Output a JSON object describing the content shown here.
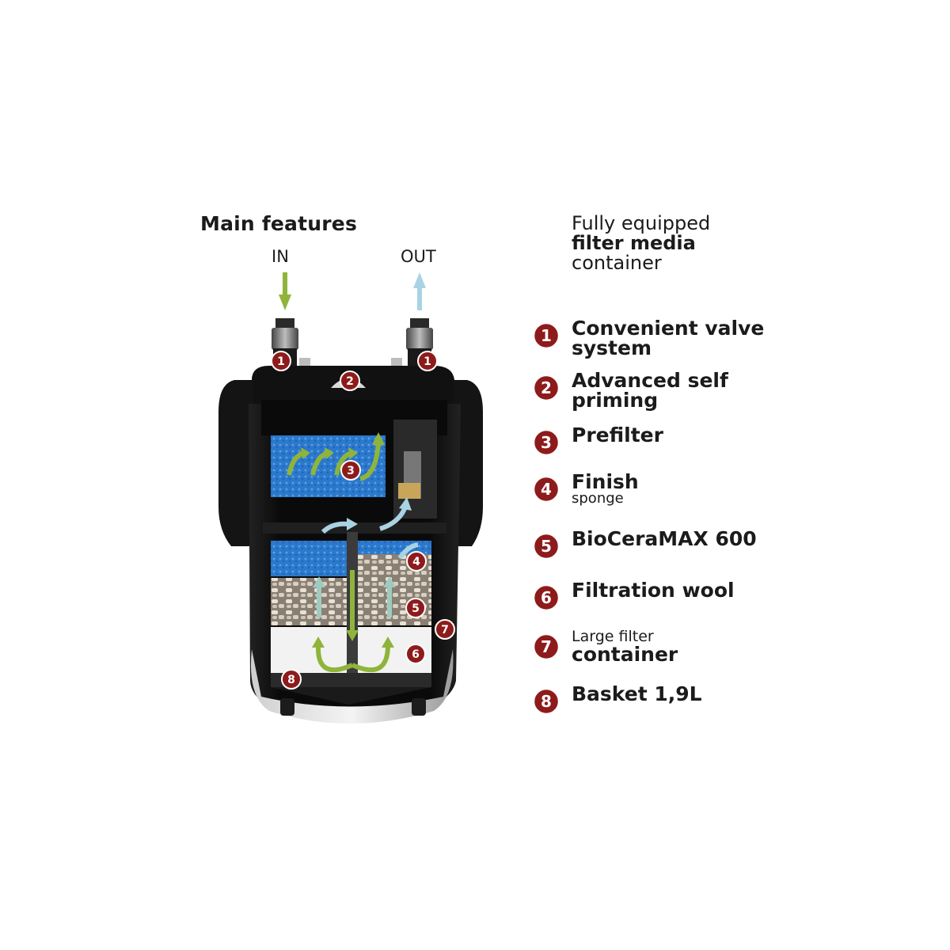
{
  "title": "Main features",
  "inlet_label": "IN",
  "outlet_label": "OUT",
  "heading": {
    "line1": "Fully equipped",
    "line2": "filter media",
    "line3": "container"
  },
  "colors": {
    "badge": "#8e1b1b",
    "badge_border": "#ffffff",
    "in_arrow": "#8fb43a",
    "out_arrow": "#a9d3e3",
    "sponge_blue": "#2f7fd1",
    "body_black": "#0d0d0d"
  },
  "legend": [
    {
      "number": "1",
      "lines": [
        "Convenient valve",
        "system"
      ]
    },
    {
      "number": "2",
      "lines": [
        "Advanced self",
        "priming"
      ]
    },
    {
      "number": "3",
      "lines": [
        "Prefilter"
      ]
    },
    {
      "number": "4",
      "lines": [
        "Finish"
      ],
      "sub": "sponge"
    },
    {
      "number": "5",
      "lines": [
        "BioCeraMAX 600"
      ]
    },
    {
      "number": "6",
      "lines": [
        "Filtration wool"
      ]
    },
    {
      "number": "7",
      "pre": "Large filter",
      "lines": [
        "container"
      ]
    },
    {
      "number": "8",
      "lines": [
        "Basket 1,9L"
      ]
    }
  ],
  "callouts": [
    "1",
    "1",
    "2",
    "3",
    "4",
    "5",
    "7",
    "6",
    "8"
  ]
}
